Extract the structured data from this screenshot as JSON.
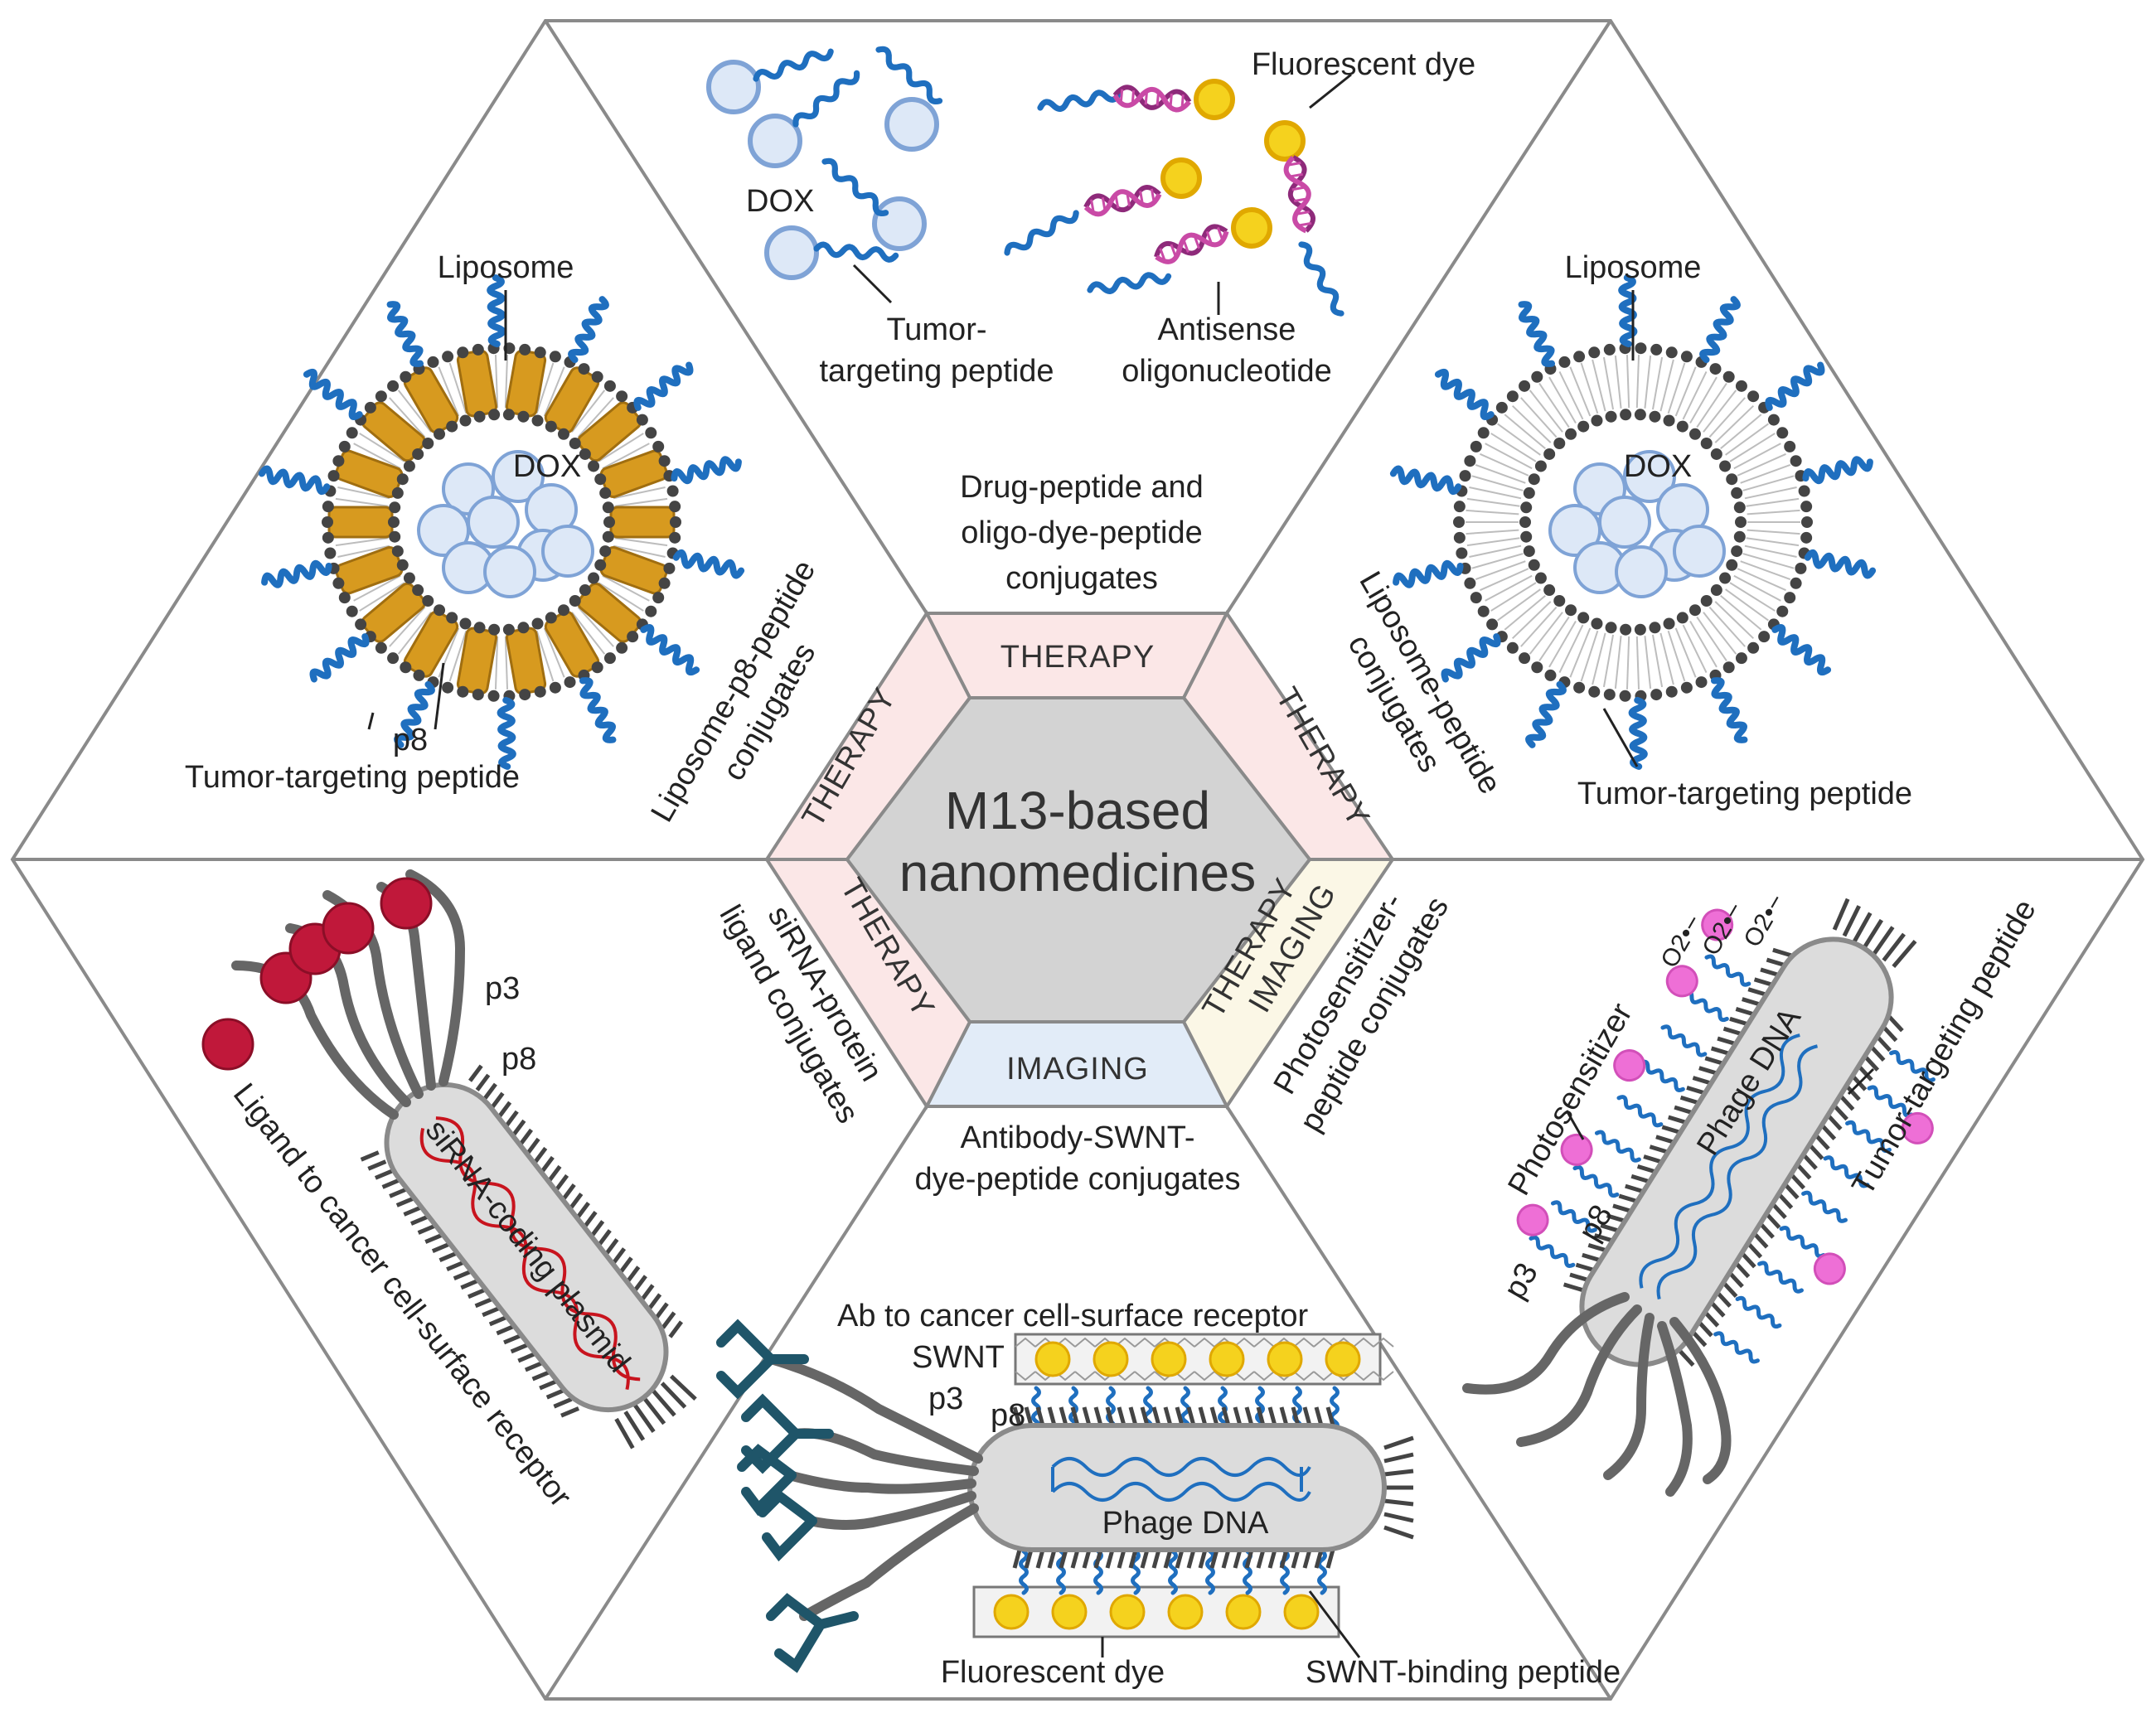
{
  "center": {
    "line1": "M13-based",
    "line2": "nanomedicines"
  },
  "tags": {
    "therapy": "THERAPY",
    "imaging": "IMAGING"
  },
  "panels": {
    "top": {
      "caption": [
        "Drug-peptide and",
        "oligo-dye-peptide",
        "conjugates"
      ],
      "dox": "DOX",
      "dye": "Fluorescent dye",
      "peptide": [
        "Tumor-",
        "targeting peptide"
      ],
      "antisense": [
        "Antisense",
        "oligonucleotide"
      ]
    },
    "top_left": {
      "caption": [
        "Liposome-p8-peptide",
        "conjugates"
      ],
      "liposome": "Liposome",
      "dox": "DOX",
      "p8": "p8",
      "peptide": "Tumor-targeting peptide"
    },
    "top_right": {
      "caption": [
        "Liposome-peptide",
        "conjugates"
      ],
      "liposome": "Liposome",
      "dox": "DOX",
      "peptide": "Tumor-targeting peptide"
    },
    "bottom_left": {
      "caption": [
        "siRNA-protein",
        "ligand conjugates"
      ],
      "ligand": "Ligand to cancer cell-surface receptor",
      "p3": "p3",
      "p8": "p8",
      "plasmid": "siRNA-coding plasmid"
    },
    "bottom": {
      "caption": [
        "Antibody-SWNT-",
        "dye-peptide conjugates"
      ],
      "ab": "Ab to cancer cell-surface receptor",
      "swnt": "SWNT",
      "p3": "p3",
      "p8": "p8",
      "dna": "Phage DNA",
      "dye": "Fluorescent dye",
      "swnt_peptide": "SWNT-binding peptide"
    },
    "bottom_right": {
      "caption": [
        "Photosensitizer-",
        "peptide conjugates"
      ],
      "photosensitizer": "Photosensitizer",
      "p8": "p8",
      "p3": "p3",
      "dna": "Phage DNA",
      "peptide": "Tumor-targeting peptide",
      "ros": "O2•−"
    }
  },
  "colors": {
    "outline": "#8a8a8a",
    "center_fill": "#d3d3d3",
    "therapy_fill": "#fbe7e7",
    "imaging_fill": "#e2ecf8",
    "mixed_fill": "#fbf7e6",
    "peptide": "#1f6fbf",
    "bead_fill": "#dde8f7",
    "bead_stroke": "#7fa3d6",
    "p8_rod": "#d79a1f",
    "phage_body": "#dcdcdc",
    "phage_fiber": "#555555",
    "ligand": "#c0183a",
    "antibody": "#1f5569",
    "dye": "#f5d21e",
    "dye_stroke": "#e0a800",
    "photosensitizer": "#ee6fd6",
    "dna_helix": "#8e2a7a",
    "plasmid": "#c8141e"
  }
}
